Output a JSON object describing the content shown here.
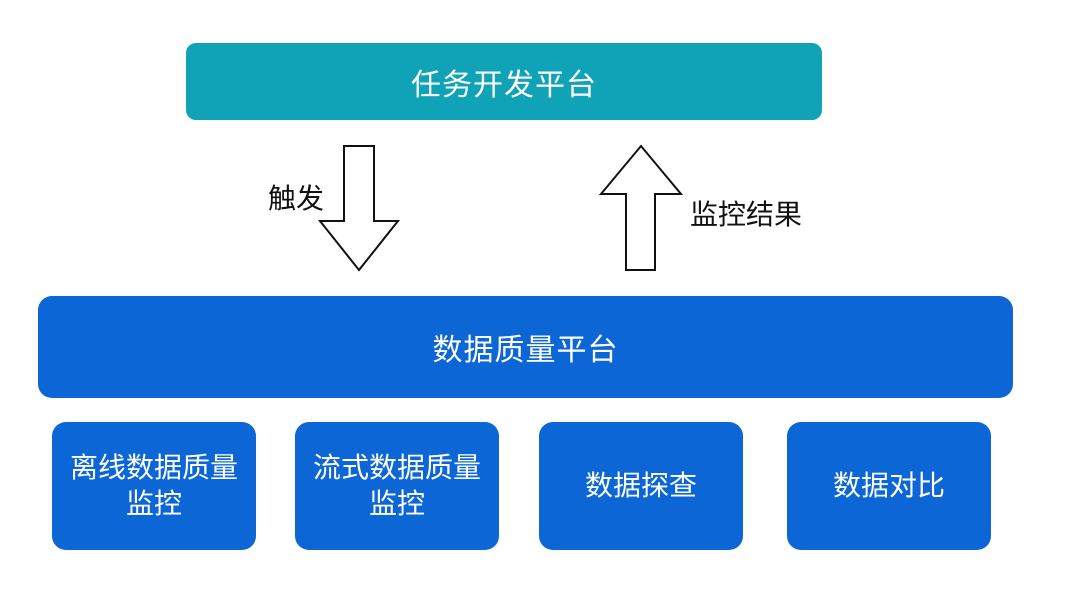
{
  "colors": {
    "top_box": "#10A3B7",
    "main_box": "#0D66D6",
    "arrow_stroke": "#111111",
    "arrow_fill": "#ffffff"
  },
  "top_box": {
    "label": "任务开发平台"
  },
  "arrows": {
    "down_label": "触发",
    "up_label": "监控结果"
  },
  "main_box": {
    "label": "数据质量平台"
  },
  "modules": [
    {
      "label": "离线数据质量监控"
    },
    {
      "label": "流式数据质量监控"
    },
    {
      "label": "数据探查"
    },
    {
      "label": "数据对比"
    }
  ]
}
